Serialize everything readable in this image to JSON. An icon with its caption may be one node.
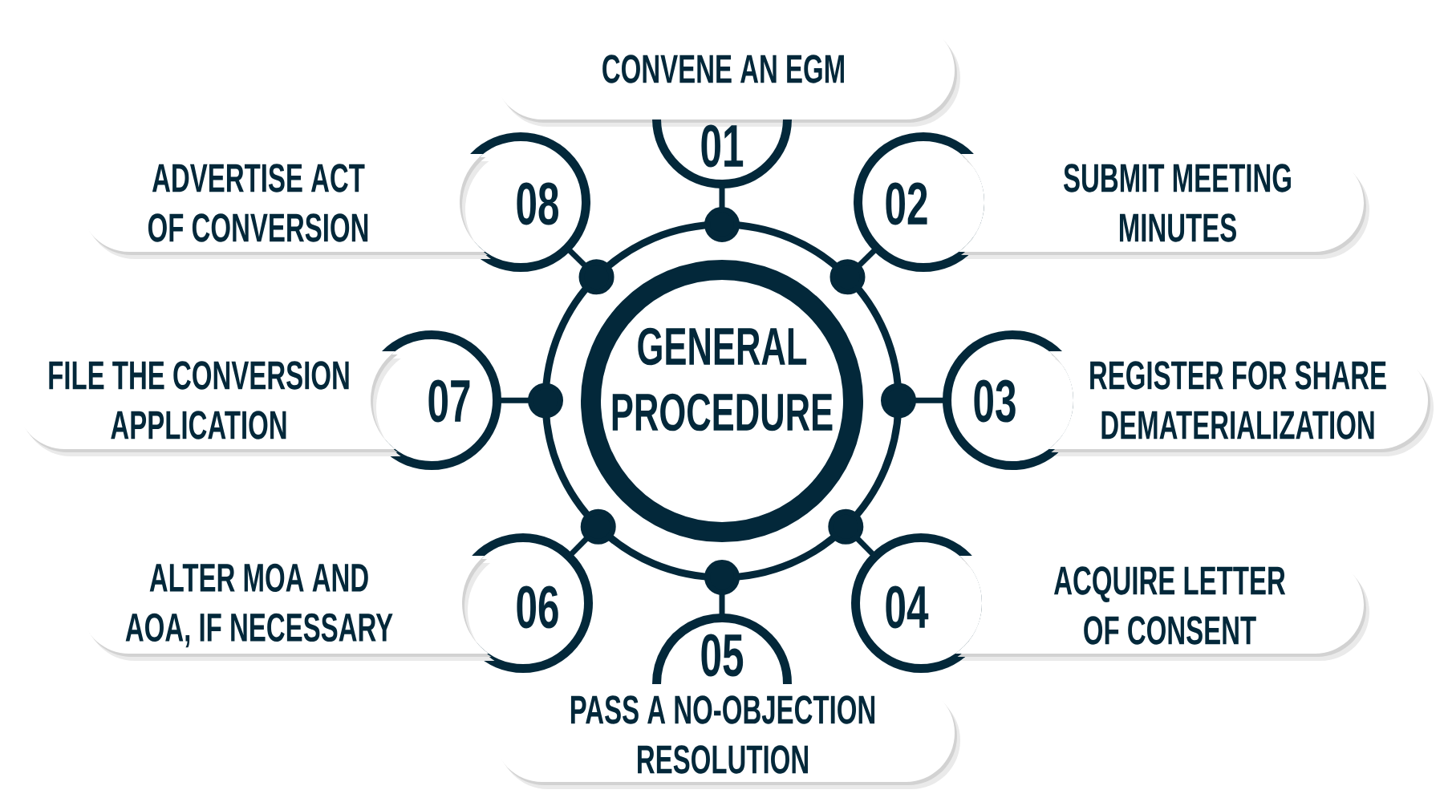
{
  "diagram": {
    "nodes": [
      {
        "text": [],
        "shape": "circle"
      },
      {
        "text": [
          "GENERAL PROCEDURE"
        ],
        "in": 0
      },
      {
        "text": [
          "CONVENE AN EGM"
        ]
      },
      {
        "text": [
          "01"
        ]
      },
      {
        "text": [
          "SUBMIT MEETING MINUTES"
        ]
      },
      {
        "text": [
          "02"
        ]
      },
      {
        "text": [
          "REGISTER FOR SHARE DEMATERIALIZATION"
        ]
      },
      {
        "text": [
          "03"
        ]
      },
      {
        "text": [
          "ACQUIRE LETTER OF CONSENT"
        ]
      },
      {
        "text": [
          "04"
        ]
      },
      {
        "text": [
          "PASS A NO-OBJECTION RESOLUTION"
        ]
      },
      {
        "text": [
          "05"
        ]
      },
      {
        "text": [
          "ALTER MOA AND AOA, IF NECESSARY"
        ]
      },
      {
        "text": [
          "06"
        ]
      },
      {
        "text": [
          "FILE THE CONVERSION APPLICATION"
        ]
      },
      {
        "text": [
          "07"
        ]
      },
      {
        "text": [
          "ADVERTISE ACT OF CONVERSION"
        ]
      },
      {
        "text": [
          "08"
        ]
      }
    ],
    "edges": [
      {
        "from": 0,
        "to": 3,
        "arrow": "other"
      },
      {
        "from": 0,
        "to": 5,
        "arrow": "other"
      },
      {
        "from": 0,
        "to": 7,
        "arrow": "other"
      },
      {
        "from": 0,
        "to": 9,
        "arrow": "other"
      },
      {
        "from": 0,
        "to": 11,
        "arrow": "other"
      },
      {
        "from": 0,
        "to": 13,
        "arrow": "other"
      },
      {
        "from": 0,
        "to": 15,
        "arrow": "other"
      },
      {
        "from": 0,
        "to": 17,
        "arrow": "other"
      }
    ]
  }
}
